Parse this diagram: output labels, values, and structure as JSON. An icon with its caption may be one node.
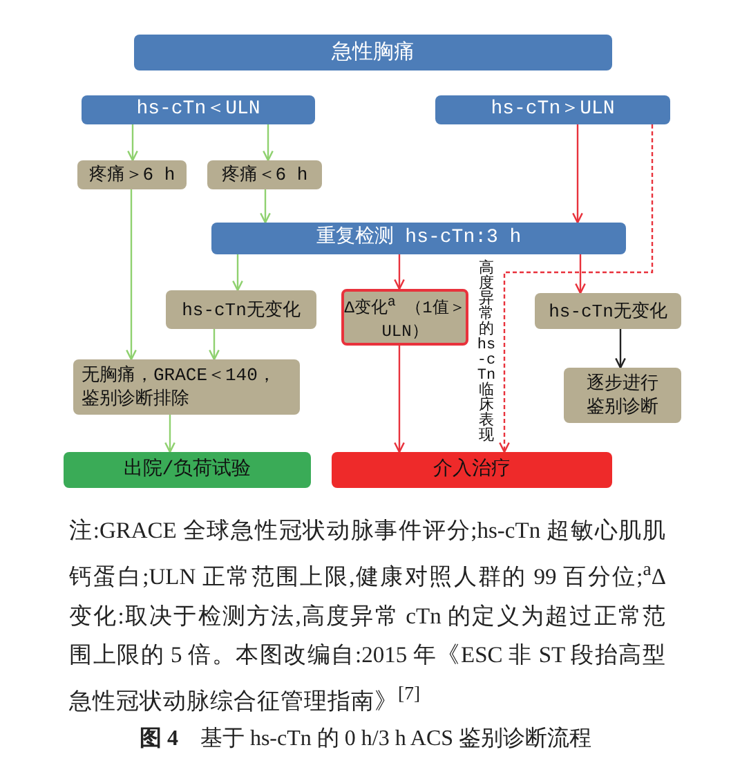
{
  "diagram": {
    "caption": "**图 4**　基于 hs-cTn 的 0 h/3 h ACS 鉴别诊断流程",
    "nodes": [
      {
        "text": [
          "急性胸痛"
        ]
      },
      {
        "text": [
          "hs-cTn＜ULN"
        ]
      },
      {
        "text": [
          "hs-cTn＞ULN"
        ]
      },
      {
        "text": [
          "疼痛＞6 h"
        ]
      },
      {
        "text": [
          "疼痛＜6 h"
        ]
      },
      {
        "text": [
          "重复检测 hs-cTn:3 h"
        ]
      },
      {
        "text": [
          "hs-cTn无变化"
        ]
      },
      {
        "text": [
          "Δ变化$^{a}$ （1值＞ULN）"
        ]
      },
      {
        "text": [
          "hs-cTn无变化"
        ]
      },
      {
        "text": [
          "无胸痛，GRACE＜140，鉴别诊断排除"
        ]
      },
      {
        "text": [
          "逐步进行鉴别诊断"
        ]
      },
      {
        "text": [
          "出院/负荷试验"
        ]
      },
      {
        "text": [
          "介入治疗"
        ]
      }
    ],
    "edges": [
      {
        "from": 1,
        "to": 3,
        "arrow": "to",
        "color": "#8fd16f"
      },
      {
        "from": 1,
        "to": 4,
        "arrow": "to",
        "color": "#8fd16f"
      },
      {
        "from": 4,
        "to": 5,
        "arrow": "to",
        "color": "#8fd16f"
      },
      {
        "from": 3,
        "to": 9,
        "arrow": "to",
        "color": "#8fd16f"
      },
      {
        "from": 5,
        "to": 6,
        "arrow": "to",
        "color": "#8fd16f"
      },
      {
        "from": 6,
        "to": 9,
        "arrow": "to",
        "color": "#8fd16f"
      },
      {
        "from": 9,
        "to": 11,
        "arrow": "to",
        "color": "#8fd16f"
      },
      {
        "from": 5,
        "to": 7,
        "arrow": "to",
        "color": "#e8323c"
      },
      {
        "from": 7,
        "to": 12,
        "arrow": "to",
        "color": "#e8323c"
      },
      {
        "from": 5,
        "to": 8,
        "arrow": "to",
        "color": "#e8323c"
      },
      {
        "from": 8,
        "to": 10,
        "arrow": "to",
        "color": "#222222"
      },
      {
        "from": 2,
        "to": 5,
        "arrow": "to",
        "color": "#e8323c"
      },
      {
        "from": 2,
        "to": 12,
        "arrow": "to",
        "color": "#e8323c",
        "style": "dashed",
        "label": "高度异常的hs-cTn临床表现"
      }
    ],
    "labels": [
      "注:GRACE 全球急性冠状动脉事件评分;hs-cTn 超敏心肌肌钙蛋白;ULN 正常范围上限,健康对照人群的 99 百分位;$^{a}$Δ 变化:取决于检测方法,高度异常 cTn 的定义为超过正常范围上限的 5 倍。本图改编自:2015 年《ESC 非 ST 段抬高型急性冠状动脉综合征管理指南》$^{[7]}$"
    ]
  }
}
